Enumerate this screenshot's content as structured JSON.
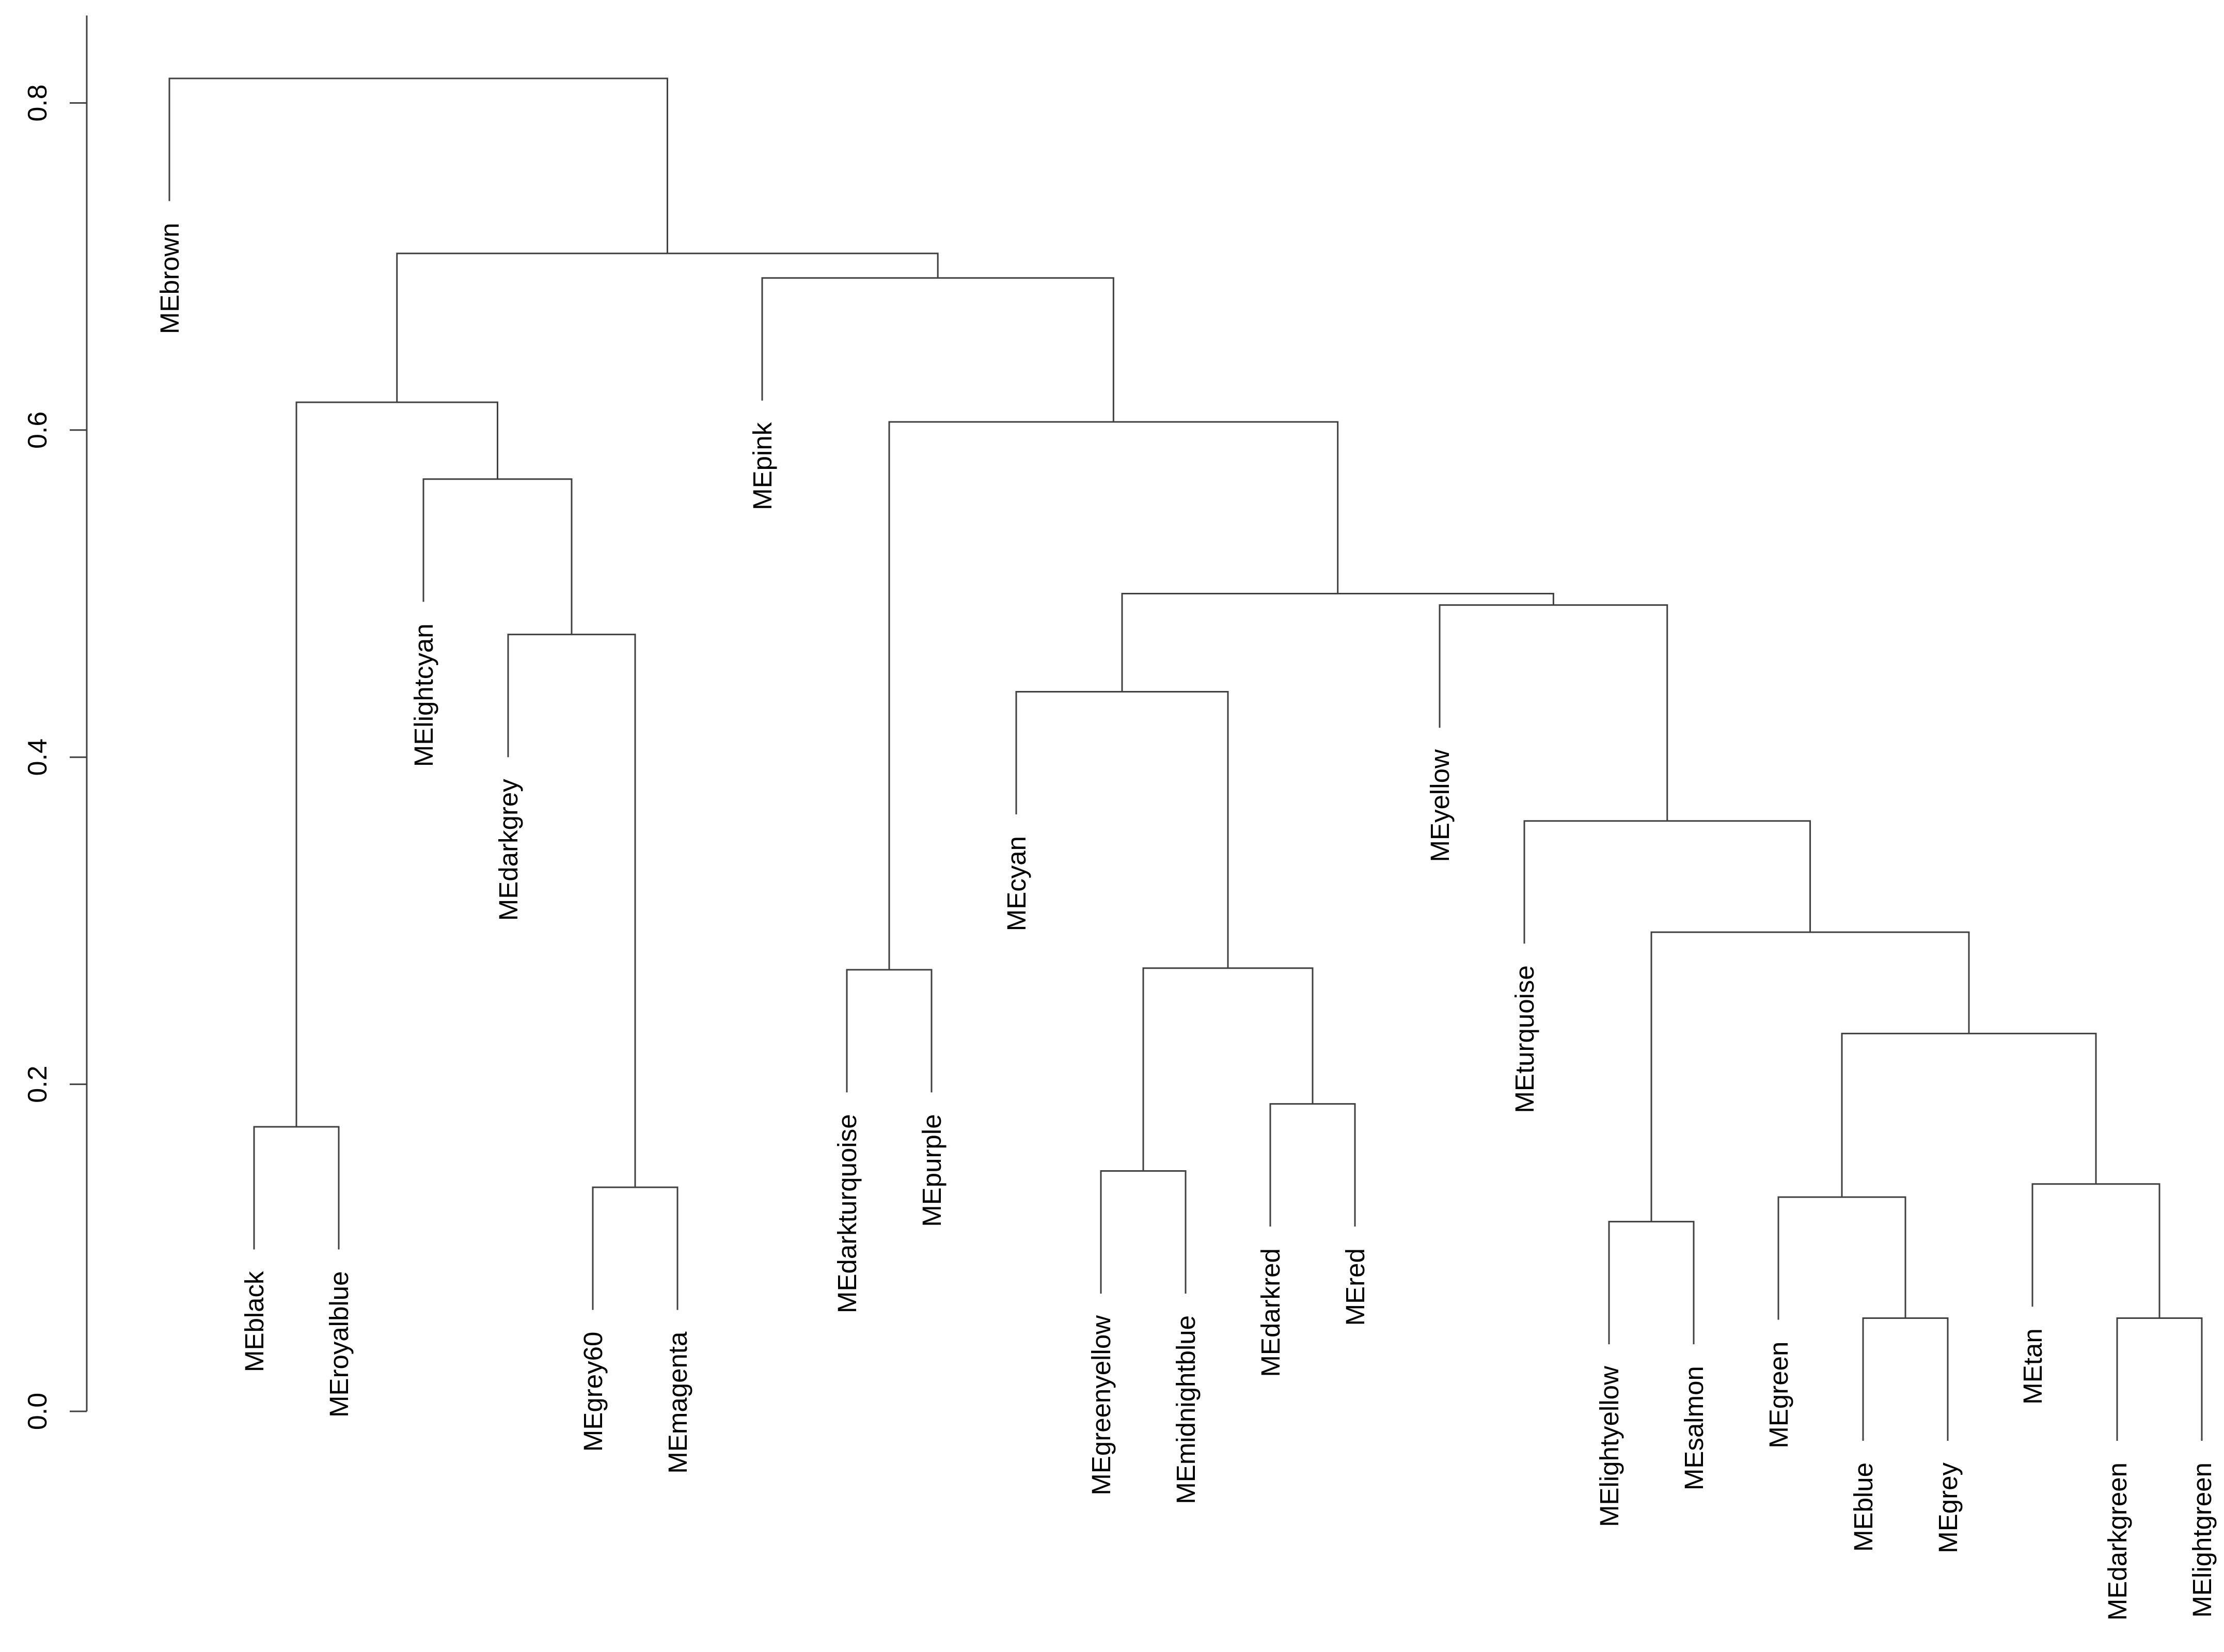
{
  "chart_data": {
    "type": "dendrogram",
    "title": "",
    "xlabel": "",
    "ylabel": "",
    "legend": "none",
    "grid": false,
    "y_axis": {
      "tick_labels": [
        "0.0",
        "0.2",
        "0.4",
        "0.6",
        "0.8"
      ],
      "tick_values": [
        0.0,
        0.2,
        0.4,
        0.6,
        0.8
      ],
      "ylim": [
        -0.02,
        0.85
      ],
      "side": "left",
      "tick_label_rotation_deg": 90
    },
    "leaf_hang": 0.075,
    "leaf_label_rotation_deg": 90,
    "leaves_left_to_right": [
      "MEbrown",
      "MEblack",
      "MEroyalblue",
      "MElightcyan",
      "MEdarkgrey",
      "MEgrey60",
      "MEmagenta",
      "MEpink",
      "MEdarkturquoise",
      "MEpurple",
      "MEcyan",
      "MEgreenyellow",
      "MEmidnightblue",
      "MEdarkred",
      "MEred",
      "MEyellow",
      "MEturquoise",
      "MElightyellow",
      "MEsalmon",
      "MEgreen",
      "MEblue",
      "MEgrey",
      "MEtan",
      "MEdarkgreen",
      "MElightgreen"
    ],
    "tree": {
      "h": 0.815,
      "children": [
        {
          "leaf": "MEbrown"
        },
        {
          "h": 0.708,
          "children": [
            {
              "h": 0.617,
              "children": [
                {
                  "h": 0.174,
                  "children": [
                    {
                      "leaf": "MEblack"
                    },
                    {
                      "leaf": "MEroyalblue"
                    }
                  ]
                },
                {
                  "h": 0.57,
                  "children": [
                    {
                      "leaf": "MElightcyan"
                    },
                    {
                      "h": 0.475,
                      "children": [
                        {
                          "leaf": "MEdarkgrey"
                        },
                        {
                          "h": 0.137,
                          "children": [
                            {
                              "leaf": "MEgrey60"
                            },
                            {
                              "leaf": "MEmagenta"
                            }
                          ]
                        }
                      ]
                    }
                  ]
                }
              ]
            },
            {
              "h": 0.693,
              "children": [
                {
                  "leaf": "MEpink"
                },
                {
                  "h": 0.605,
                  "children": [
                    {
                      "h": 0.27,
                      "children": [
                        {
                          "leaf": "MEdarkturquoise"
                        },
                        {
                          "leaf": "MEpurple"
                        }
                      ]
                    },
                    {
                      "h": 0.5,
                      "children": [
                        {
                          "h": 0.44,
                          "children": [
                            {
                              "leaf": "MEcyan"
                            },
                            {
                              "h": 0.271,
                              "children": [
                                {
                                  "h": 0.147,
                                  "children": [
                                    {
                                      "leaf": "MEgreenyellow"
                                    },
                                    {
                                      "leaf": "MEmidnightblue"
                                    }
                                  ]
                                },
                                {
                                  "h": 0.188,
                                  "children": [
                                    {
                                      "leaf": "MEdarkred"
                                    },
                                    {
                                      "leaf": "MEred"
                                    }
                                  ]
                                }
                              ]
                            }
                          ]
                        },
                        {
                          "h": 0.493,
                          "children": [
                            {
                              "leaf": "MEyellow"
                            },
                            {
                              "h": 0.361,
                              "children": [
                                {
                                  "leaf": "MEturquoise"
                                },
                                {
                                  "h": 0.293,
                                  "children": [
                                    {
                                      "h": 0.116,
                                      "children": [
                                        {
                                          "leaf": "MElightyellow"
                                        },
                                        {
                                          "leaf": "MEsalmon"
                                        }
                                      ]
                                    },
                                    {
                                      "h": 0.231,
                                      "children": [
                                        {
                                          "h": 0.131,
                                          "children": [
                                            {
                                              "leaf": "MEgreen"
                                            },
                                            {
                                              "h": 0.057,
                                              "children": [
                                                {
                                                  "leaf": "MEblue"
                                                },
                                                {
                                                  "leaf": "MEgrey"
                                                }
                                              ]
                                            }
                                          ]
                                        },
                                        {
                                          "h": 0.139,
                                          "children": [
                                            {
                                              "leaf": "MEtan"
                                            },
                                            {
                                              "h": 0.057,
                                              "children": [
                                                {
                                                  "leaf": "MEdarkgreen"
                                                },
                                                {
                                                  "leaf": "MElightgreen"
                                                }
                                              ]
                                            }
                                          ]
                                        }
                                      ]
                                    }
                                  ]
                                }
                              ]
                            }
                          ]
                        }
                      ]
                    }
                  ]
                }
              ]
            }
          ]
        }
      ]
    }
  },
  "colors": {
    "background": "#ffffff",
    "branch_line": "#404040",
    "axis_line": "#404040",
    "text": "#000000"
  }
}
